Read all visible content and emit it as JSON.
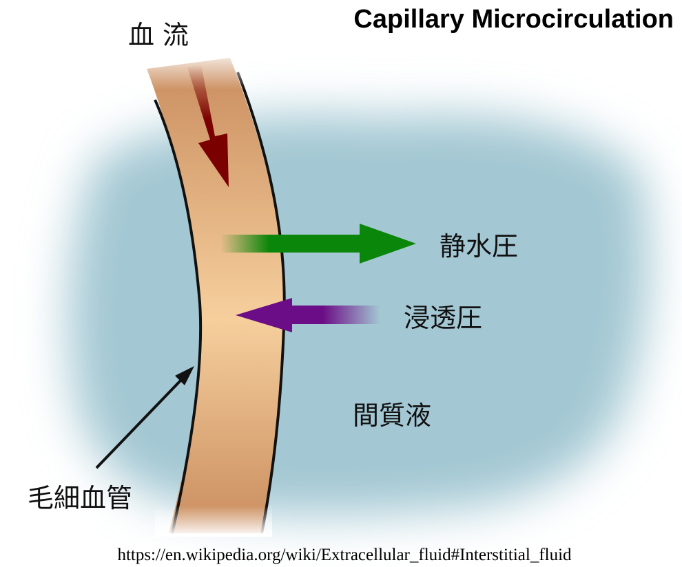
{
  "title": "Capillary Microcirculation",
  "labels": {
    "blood_flow": "血 流",
    "hydrostatic_pressure": "静水圧",
    "osmotic_pressure": "浸透圧",
    "interstitial_fluid": "間質液",
    "capillary": "毛細血管"
  },
  "source": "https://en.wikipedia.org/wiki/Extracellular_fluid#Interstitial_fluid",
  "colors": {
    "interstitial_fluid": "#a3c7d3",
    "capillary_edge": "#c98c5e",
    "capillary_center": "#f6cf9d",
    "blood_flow_arrow": "#7a0000",
    "hydrostatic_arrow": "#0a860a",
    "osmotic_arrow": "#6b0d86",
    "wall": "#111111"
  }
}
